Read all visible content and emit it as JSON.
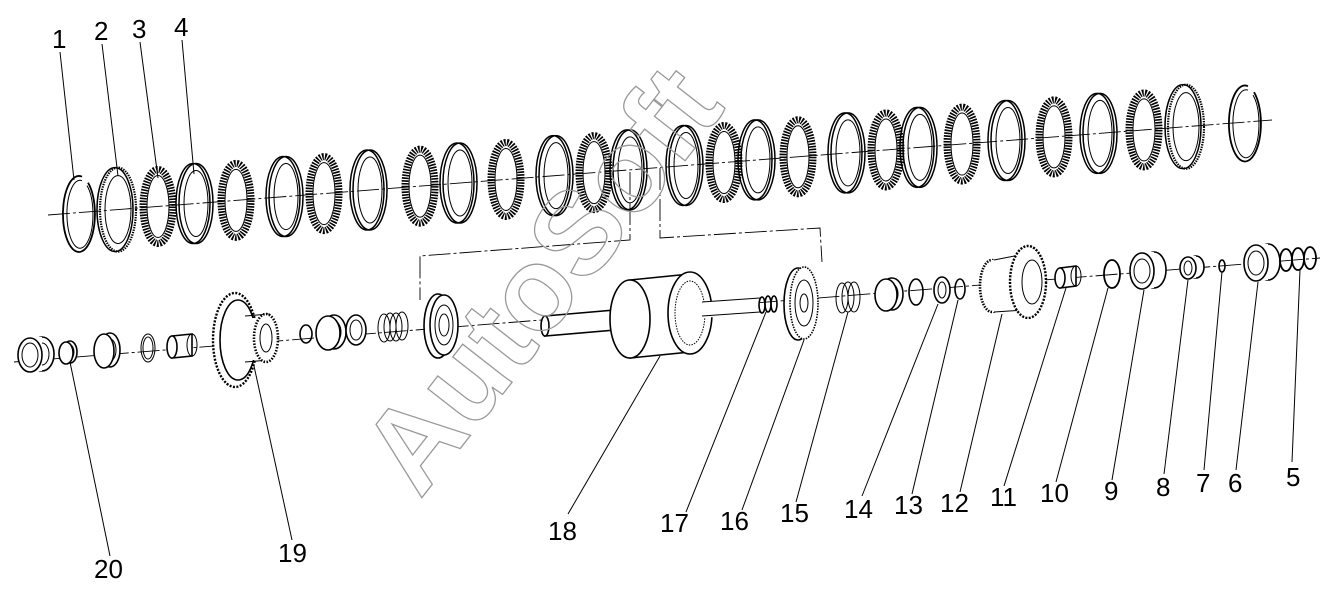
{
  "diagram": {
    "watermark": "AutoSoft",
    "callouts": [
      {
        "id": "1",
        "text": "1"
      },
      {
        "id": "2",
        "text": "2"
      },
      {
        "id": "3",
        "text": "3"
      },
      {
        "id": "4",
        "text": "4"
      },
      {
        "id": "5",
        "text": "5"
      },
      {
        "id": "6",
        "text": "6"
      },
      {
        "id": "7",
        "text": "7"
      },
      {
        "id": "8",
        "text": "8"
      },
      {
        "id": "9",
        "text": "9"
      },
      {
        "id": "10",
        "text": "10"
      },
      {
        "id": "11",
        "text": "11"
      },
      {
        "id": "12",
        "text": "12"
      },
      {
        "id": "13",
        "text": "13"
      },
      {
        "id": "14",
        "text": "14"
      },
      {
        "id": "15",
        "text": "15"
      },
      {
        "id": "16",
        "text": "16"
      },
      {
        "id": "17",
        "text": "17"
      },
      {
        "id": "18",
        "text": "18"
      },
      {
        "id": "19",
        "text": "19"
      },
      {
        "id": "20",
        "text": "20"
      }
    ]
  }
}
